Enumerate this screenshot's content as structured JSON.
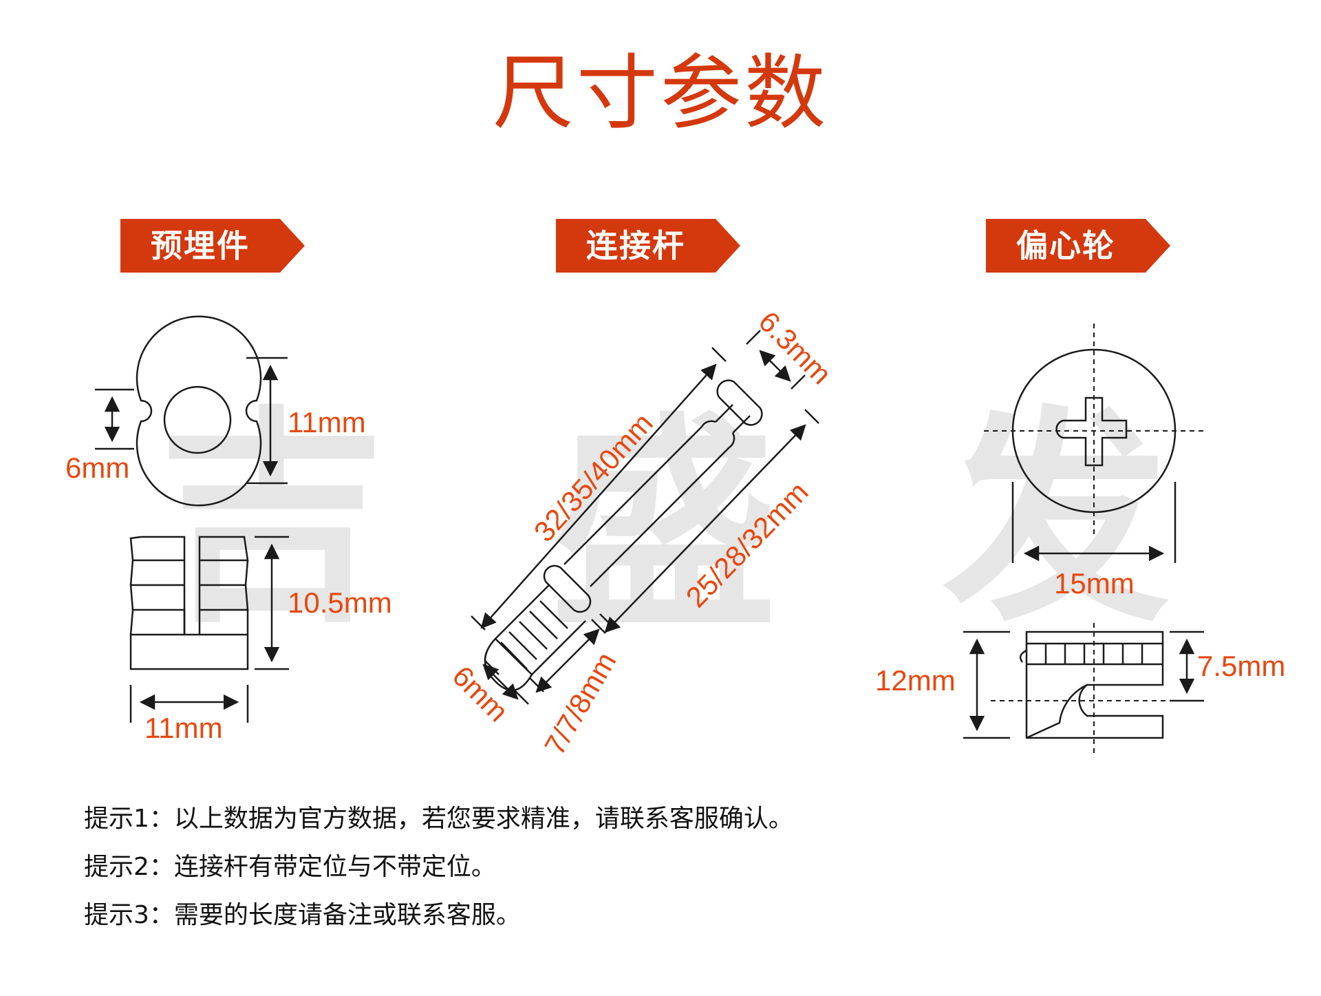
{
  "title": "尺寸参数",
  "watermark": [
    "吉",
    "盛",
    "发"
  ],
  "sections": [
    {
      "label": "预埋件"
    },
    {
      "label": "连接杆"
    },
    {
      "label": "偏心轮"
    }
  ],
  "dimensions": {
    "embed_hole": "6mm",
    "embed_diameter": "11mm",
    "embed_height": "10.5mm",
    "embed_width": "11mm",
    "rod_head": "6.3mm",
    "rod_total": "32/35/40mm",
    "rod_shaft": "25/28/32mm",
    "rod_tip": "6mm",
    "rod_thread": "7/7/8mm",
    "cam_diameter": "15mm",
    "cam_height": "12mm",
    "cam_offset": "7.5mm"
  },
  "notes": [
    "提示1：以上数据为官方数据，若您要求精准，请联系客服确认。",
    "提示2：连接杆有带定位与不带定位。",
    "提示3：需要的长度请备注或联系客服。"
  ],
  "colors": {
    "accent": "#d4380d",
    "dimension": "#e8470f",
    "line": "#1a1a1a",
    "watermark": "#e6e6e6"
  }
}
